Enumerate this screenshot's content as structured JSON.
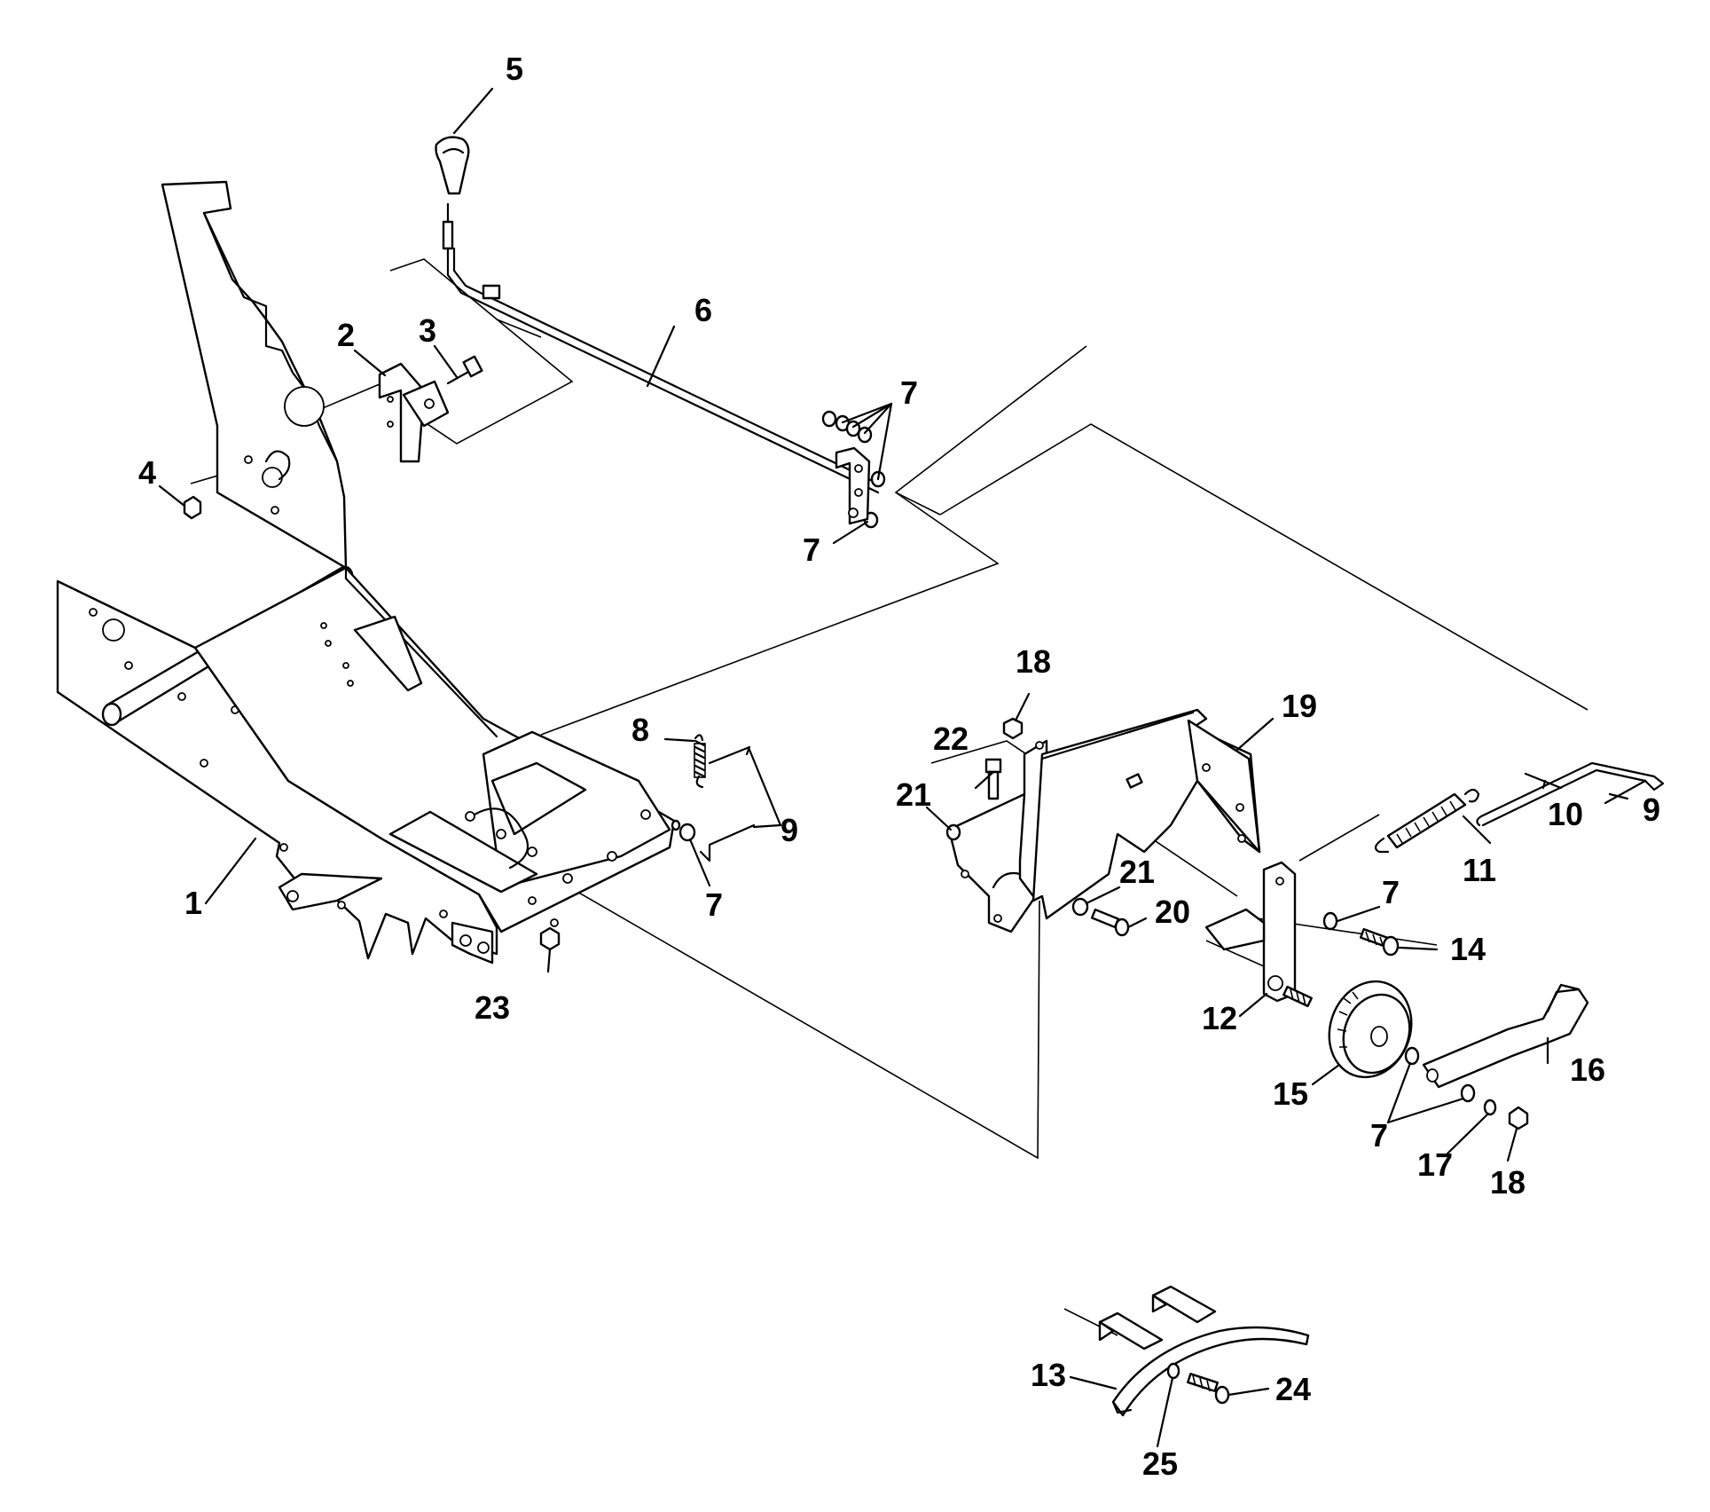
{
  "callouts": [
    {
      "id": "c1",
      "text": "1"
    },
    {
      "id": "c2",
      "text": "2"
    },
    {
      "id": "c3",
      "text": "3"
    },
    {
      "id": "c4",
      "text": "4"
    },
    {
      "id": "c5",
      "text": "5"
    },
    {
      "id": "c6",
      "text": "6"
    },
    {
      "id": "c7a",
      "text": "7"
    },
    {
      "id": "c7b",
      "text": "7"
    },
    {
      "id": "c7c",
      "text": "7"
    },
    {
      "id": "c7d",
      "text": "7"
    },
    {
      "id": "c7e",
      "text": "7"
    },
    {
      "id": "c8",
      "text": "8"
    },
    {
      "id": "c9a",
      "text": "9"
    },
    {
      "id": "c9b",
      "text": "9"
    },
    {
      "id": "c10",
      "text": "10"
    },
    {
      "id": "c11",
      "text": "11"
    },
    {
      "id": "c12",
      "text": "12"
    },
    {
      "id": "c13",
      "text": "13"
    },
    {
      "id": "c14",
      "text": "14"
    },
    {
      "id": "c15",
      "text": "15"
    },
    {
      "id": "c16",
      "text": "16"
    },
    {
      "id": "c17",
      "text": "17"
    },
    {
      "id": "c18a",
      "text": "18"
    },
    {
      "id": "c18b",
      "text": "18"
    },
    {
      "id": "c19",
      "text": "19"
    },
    {
      "id": "c20",
      "text": "20"
    },
    {
      "id": "c21a",
      "text": "21"
    },
    {
      "id": "c21b",
      "text": "21"
    },
    {
      "id": "c22",
      "text": "22"
    },
    {
      "id": "c23",
      "text": "23"
    },
    {
      "id": "c24",
      "text": "24"
    },
    {
      "id": "c25",
      "text": "25"
    }
  ]
}
